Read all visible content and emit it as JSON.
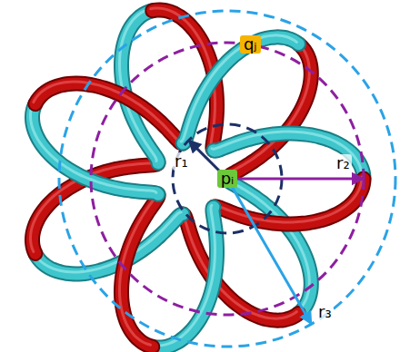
{
  "diagram": {
    "nodes": [
      {
        "text": [
          "pᵢ"
        ]
      },
      {
        "text": [
          "qⱼ"
        ]
      }
    ],
    "labels": [
      "r₁",
      "r₂",
      "r₃"
    ]
  }
}
